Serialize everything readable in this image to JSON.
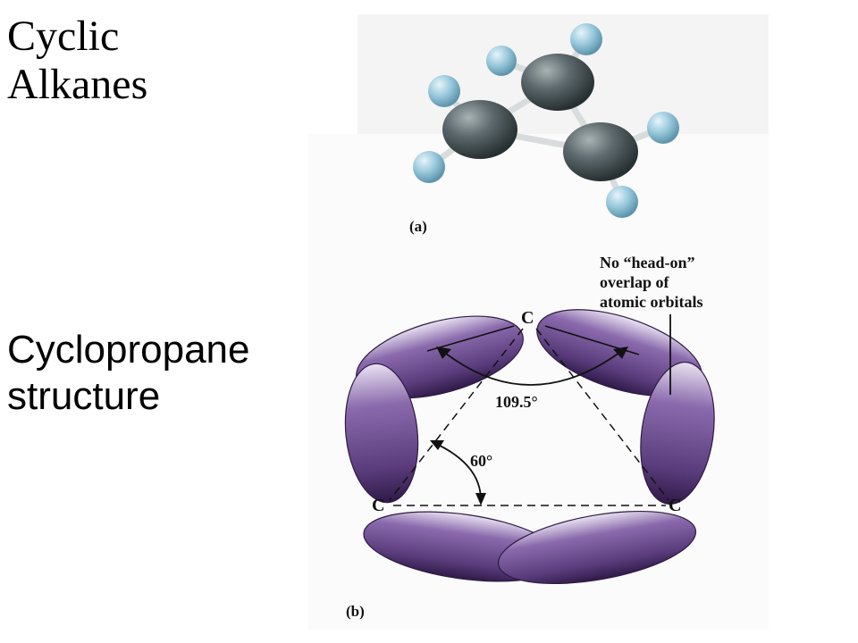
{
  "title": {
    "line1": "Cyclic",
    "line2": "Alkanes"
  },
  "subtitle": {
    "line1": "Cyclopropane",
    "line2": "structure"
  },
  "figure": {
    "panel_a_label": "(a)",
    "panel_b_label": "(b)",
    "angle_tetrahedral": "109.5°",
    "angle_ring": "60°",
    "atom_label": "C",
    "annotation_line1": "No “head-on”",
    "annotation_line2": "overlap of",
    "annotation_line3": "atomic orbitals"
  },
  "colors": {
    "carbon": "#4a5559",
    "hydrogen": "#8fc2d8",
    "bond": "#d8dcdc",
    "orbital": "#6e4f93",
    "orbital_dark": "#3d2358",
    "orbital_light": "#e7def0"
  }
}
